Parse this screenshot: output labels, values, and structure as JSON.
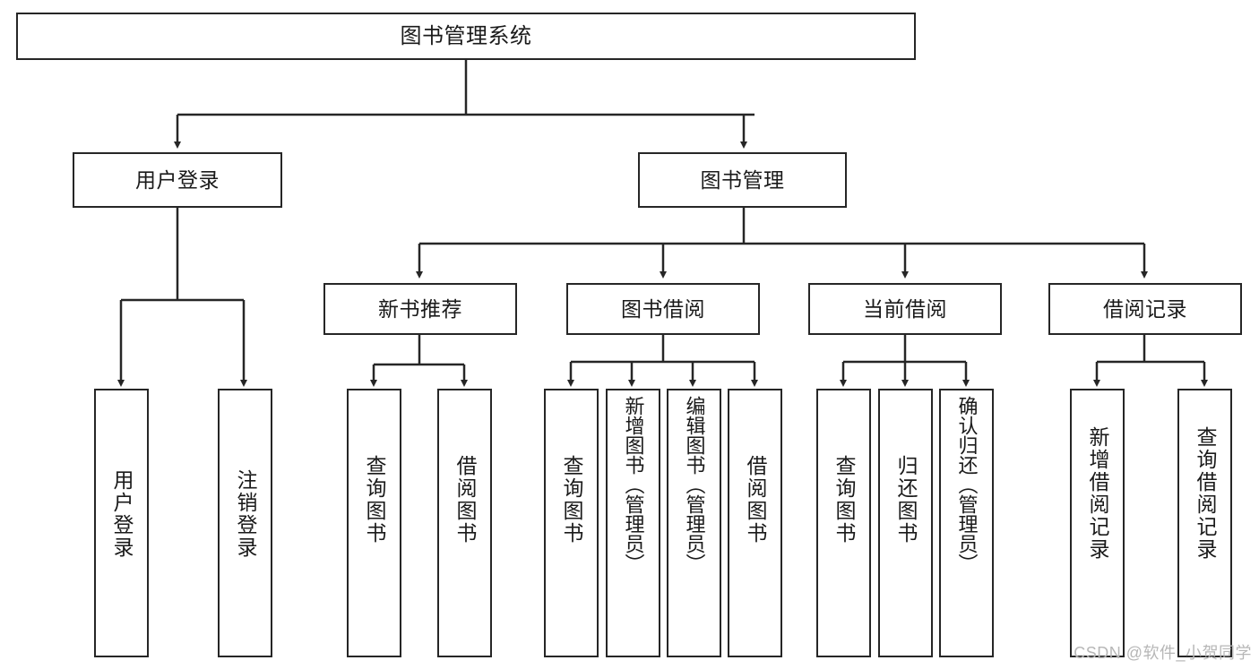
{
  "diagram": {
    "title": "图书管理系统",
    "type": "tree-hierarchy",
    "colors": {
      "box_border": "#262626",
      "box_fill": "#ffffff",
      "connector": "#262626",
      "text": "#1a1a1a",
      "watermark": "#b7b7b7",
      "background": "#ffffff"
    },
    "root": {
      "label": "图书管理系统"
    },
    "level2": [
      {
        "label": "用户登录"
      },
      {
        "label": "图书管理"
      }
    ],
    "level3": [
      {
        "label": "新书推荐"
      },
      {
        "label": "图书借阅"
      },
      {
        "label": "当前借阅"
      },
      {
        "label": "借阅记录"
      }
    ],
    "leaves": {
      "user_login": [
        {
          "label": "用户登录"
        },
        {
          "label": "注销登录"
        }
      ],
      "new_book_recommend": [
        {
          "label": "查询图书"
        },
        {
          "label": "借阅图书"
        }
      ],
      "book_borrow": [
        {
          "label": "查询图书"
        },
        {
          "label": "新增图书（管理员）"
        },
        {
          "label": "编辑图书（管理员）"
        },
        {
          "label": "借阅图书"
        }
      ],
      "current_borrow": [
        {
          "label": "查询图书"
        },
        {
          "label": "归还图书"
        },
        {
          "label": "确认归还（管理员）"
        }
      ],
      "borrow_record": [
        {
          "label": "新增借阅记录"
        },
        {
          "label": "查询借阅记录"
        }
      ]
    }
  },
  "watermark": {
    "text": "CSDN @软件_小贺同学"
  }
}
